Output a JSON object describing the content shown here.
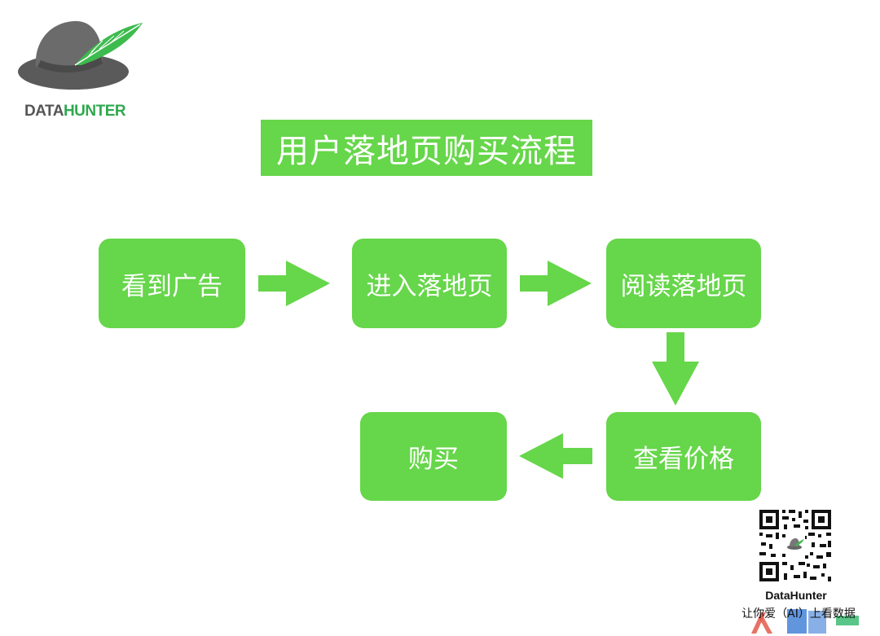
{
  "logo": {
    "text_data": "DATA",
    "text_hunter": "HUNTER"
  },
  "title": "用户落地页购买流程",
  "nodes": [
    "看到广告",
    "进入落地页",
    "阅读落地页",
    "查看价格",
    "购买"
  ],
  "qr": {
    "caption": "DataHunter",
    "slogan": "让你爱（AI）上看数据"
  },
  "colors": {
    "node_green": "#66d64a",
    "logo_gray": "#555555",
    "logo_green": "#2fa84f"
  }
}
